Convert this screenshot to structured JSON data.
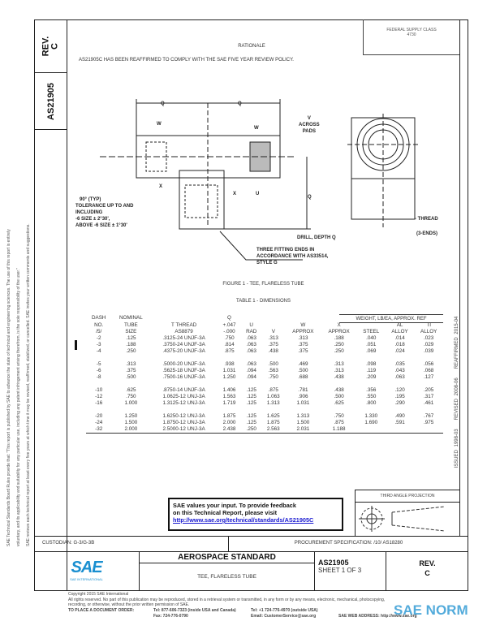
{
  "side": {
    "rev_label": "REV.",
    "rev": "C",
    "doc_no": "AS21905",
    "disclaimer": [
      "SAE Technical Standards Board Rules provide that: \"This report is published by SAE to advance the state of technical and engineering sciences. The use of this report is entirely",
      "voluntary, and its applicability and suitability for any particular use, including any patent infringement arising therefrom, is the sole responsibility of the user.\"",
      "SAE reviews each technical report at least every five years at which time it may be revised, reaffirmed, stabilized, or cancelled. SAE invites your written comments and suggestions."
    ],
    "history": [
      "ISSUED 1998-03",
      "REVISED 2008-06",
      "REAFFIRMED 2015-04"
    ]
  },
  "header": {
    "fsc_label": "FEDERAL SUPPLY CLASS",
    "fsc": "4730",
    "rationale_title": "RATIONALE",
    "rationale": "AS21905C HAS BEEN REAFFIRMED TO COMPLY WITH THE SAE FIVE YEAR REVIEW POLICY."
  },
  "figure": {
    "labels": {
      "q": "Q",
      "w": "W",
      "x": "X",
      "u": "U",
      "v": "V",
      "across": "ACROSS",
      "pads": "PADS",
      "angle1": "90° (TYP)",
      "angle2": "TOLERANCE UP TO AND",
      "angle3": "INCLUDING",
      "angle4": "-6 SIZE ± 2°30',",
      "angle5": "ABOVE -6 SIZE ± 1°30'",
      "drill": "DRILL, DEPTH Q",
      "thread": "- THREAD",
      "ends": "(3-ENDS)",
      "note1": "THREE FITTING ENDS IN",
      "note2": "ACCORDANCE WITH AS33514,",
      "note3": "STYLE G"
    },
    "caption": "FIGURE 1 - TEE, FLARELESS TUBE"
  },
  "table": {
    "title": "TABLE 1 - DIMENSIONS",
    "group_header": "WEIGHT, LB/EA, APPROX. REF",
    "headers": [
      [
        "DASH",
        "NO.",
        "/5/"
      ],
      [
        "NOMINAL",
        "TUBE",
        "SIZE"
      ],
      [
        "",
        "T THREAD",
        "AS8879"
      ],
      [
        "Q",
        "+.047",
        "-.000"
      ],
      [
        "",
        "U",
        "RAD"
      ],
      [
        "",
        "",
        "V"
      ],
      [
        "",
        "W",
        "APPROX"
      ],
      [
        "",
        "X",
        "APPROX"
      ],
      [
        "",
        "",
        "STEEL"
      ],
      [
        "",
        "AL",
        "ALLOY"
      ],
      [
        "",
        "TI",
        "ALLOY"
      ]
    ],
    "groups": [
      [
        [
          "-2",
          ".125",
          ".3125-24 UNJF-3A",
          ".750",
          ".063",
          ".313",
          ".313",
          ".188",
          ".040",
          ".014",
          ".023"
        ],
        [
          "-3",
          ".188",
          ".3750-24 UNJF-3A",
          ".814",
          ".063",
          ".375",
          ".375",
          ".250",
          ".051",
          ".018",
          ".029"
        ],
        [
          "-4",
          ".250",
          ".4375-20 UNJF-3A",
          ".875",
          ".063",
          ".438",
          ".375",
          ".250",
          ".069",
          ".024",
          ".039"
        ]
      ],
      [
        [
          "-5",
          ".313",
          ".5000-20 UNJF-3A",
          ".938",
          ".063",
          ".500",
          ".469",
          ".313",
          ".098",
          ".035",
          ".056"
        ],
        [
          "-6",
          ".375",
          ".5625-18 UNJF-3A",
          "1.031",
          ".094",
          ".563",
          ".500",
          ".313",
          ".119",
          ".043",
          ".068"
        ],
        [
          "-8",
          ".500",
          ".7500-16 UNJF-3A",
          "1.250",
          ".094",
          ".750",
          ".688",
          ".438",
          ".209",
          ".063",
          ".127"
        ]
      ],
      [
        [
          "-10",
          ".625",
          ".8750-14 UNJF-3A",
          "1.406",
          ".125",
          ".875",
          ".781",
          ".438",
          ".356",
          ".120",
          ".205"
        ],
        [
          "-12",
          ".750",
          "1.0625-12 UNJ-3A",
          "1.563",
          ".125",
          "1.063",
          ".906",
          ".500",
          ".550",
          ".195",
          ".317"
        ],
        [
          "-16",
          "1.000",
          "1.3125-12 UNJ-3A",
          "1.719",
          ".125",
          "1.313",
          "1.031",
          ".625",
          ".800",
          ".290",
          ".461"
        ]
      ],
      [
        [
          "-20",
          "1.250",
          "1.6250-12 UNJ-3A",
          "1.875",
          ".125",
          "1.625",
          "1.313",
          ".750",
          "1.330",
          ".490",
          ".767"
        ],
        [
          "-24",
          "1.500",
          "1.8750-12 UNJ-3A",
          "2.000",
          ".125",
          "1.875",
          "1.500",
          ".875",
          "1.690",
          ".591",
          ".975"
        ],
        [
          "-32",
          "2.000",
          "2.5000-12 UNJ-3A",
          "2.438",
          ".250",
          "2.563",
          "2.031",
          "1.188",
          "",
          "",
          ""
        ]
      ]
    ]
  },
  "feedback": {
    "line1": "SAE values your input. To provide feedback",
    "line2": "on this Technical Report, please visit",
    "link": "http://www.sae.org/technical/standards/AS21905C"
  },
  "projection": {
    "label": "THIRD ANGLE PROJECTION"
  },
  "title_block": {
    "custodian": "CUSTODIAN: G-3/G-3B",
    "procurement": "PROCUREMENT SPECIFICATION: /10/ AS18280",
    "category": "AEROSPACE STANDARD",
    "title": "TEE, FLARELESS TUBE",
    "doc_no": "AS21905",
    "sheet": "SHEET 1 OF 3",
    "rev_label": "REV.",
    "rev": "C",
    "logo": "SAE INTERNATIONAL"
  },
  "footer": {
    "copyright": "Copyright 2015 SAE International",
    "rights1": "All rights reserved. No part of this publication may be reproduced, stored in a retrieval system or transmitted, in any form or by any means, electronic, mechanical, photocopying,",
    "rights2": "recording, or otherwise, without the prior written permission of SAE.",
    "order_label": "TO PLACE A DOCUMENT ORDER:",
    "tel": "Tel: 877-606-7323 (inside USA and Canada)",
    "tel2": "Tel: +1 724-776-4970 (outside USA)",
    "fax": "Fax: 724-776-0790",
    "email": "Email: CustomerService@sae.org",
    "web": "SAE WEB ADDRESS: http://www.sae.org",
    "watermark": "SAE NORM"
  },
  "colors": {
    "sae_blue": "#1a8fd0",
    "link": "#1a1ad0"
  }
}
